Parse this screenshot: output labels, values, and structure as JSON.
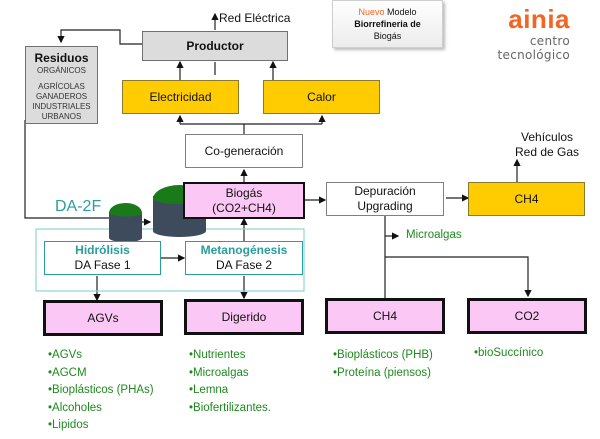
{
  "title_box": {
    "line1_accent": "Nuevo",
    "line1_rest": "Modelo",
    "line2": "Biorrefineria de",
    "line3": "Biogás"
  },
  "logo": {
    "brand": "ainia",
    "tagline": "centro tecnológico",
    "brand_color": "#f26522"
  },
  "residuos": {
    "title": "Residuos",
    "subtitle": "ORGÁNICOS",
    "items": [
      "AGRÍCOLAS",
      "GANADEROS",
      "INDUSTRIALES",
      "URBANOS"
    ]
  },
  "nodes": {
    "productor": "Productor",
    "red_electrica": "Red Eléctrica",
    "electricidad": "Electricidad",
    "calor": "Calor",
    "cogeneracion": "Co-generación",
    "biogas_line1": "Biogás",
    "biogas_line2": "(CO2+CH4)",
    "depuracion_line1": "Depuración",
    "depuracion_line2": "Upgrading",
    "ch4_top": "CH4",
    "vehiculos_line1": "Vehículos",
    "vehiculos_line2": "Red de Gas",
    "microalgas": "Microalgas",
    "da2f": "DA-2F",
    "hidrolisis_title": "Hidrólisis",
    "hidrolisis_sub": "DA Fase 1",
    "metano_title": "Metanogénesis",
    "metano_sub": "DA Fase 2",
    "agvs": "AGVs",
    "digerido": "Digerido",
    "ch4_bottom": "CH4",
    "co2": "CO2"
  },
  "lists": {
    "agvs": [
      "•AGVs",
      "•AGCM",
      "•Bioplásticos (PHAs)",
      "•Alcoholes",
      "•Lipidos"
    ],
    "digerido": [
      "•Nutrientes",
      "•Microalgas",
      "•Lemna",
      "•Biofertilizantes."
    ],
    "ch4": [
      "•Bioplásticos (PHB)",
      "•Proteína (piensos)"
    ],
    "co2": [
      "•bioSuccínico"
    ]
  },
  "colors": {
    "yellow": "#fecc00",
    "pink": "#fbc8f6",
    "teal": "#2a9d9d",
    "green_text": "#1e8a1e",
    "tank_body": "#3d4b5c",
    "tank_top": "#1a7a1a"
  }
}
